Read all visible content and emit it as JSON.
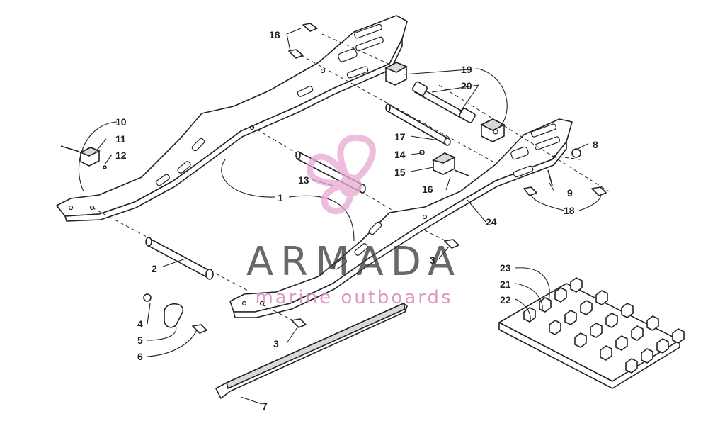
{
  "watermark": {
    "brand": "ARMADA",
    "tagline": "marine outboards",
    "brand_color": "#3e3e3e",
    "accent_color": "#e8a8d4"
  },
  "callouts": {
    "c1": "1",
    "c2": "2",
    "c3a": "3",
    "c3b": "3",
    "c4": "4",
    "c5": "5",
    "c6": "6",
    "c7": "7",
    "c8": "8",
    "c9": "9",
    "c10": "10",
    "c11": "11",
    "c12": "12",
    "c13": "13",
    "c14": "14",
    "c15": "15",
    "c16": "16",
    "c17": "17",
    "c18a": "18",
    "c18b": "18",
    "c19": "19",
    "c20": "20",
    "c21": "21",
    "c22": "22",
    "c23": "23",
    "c24": "24"
  }
}
